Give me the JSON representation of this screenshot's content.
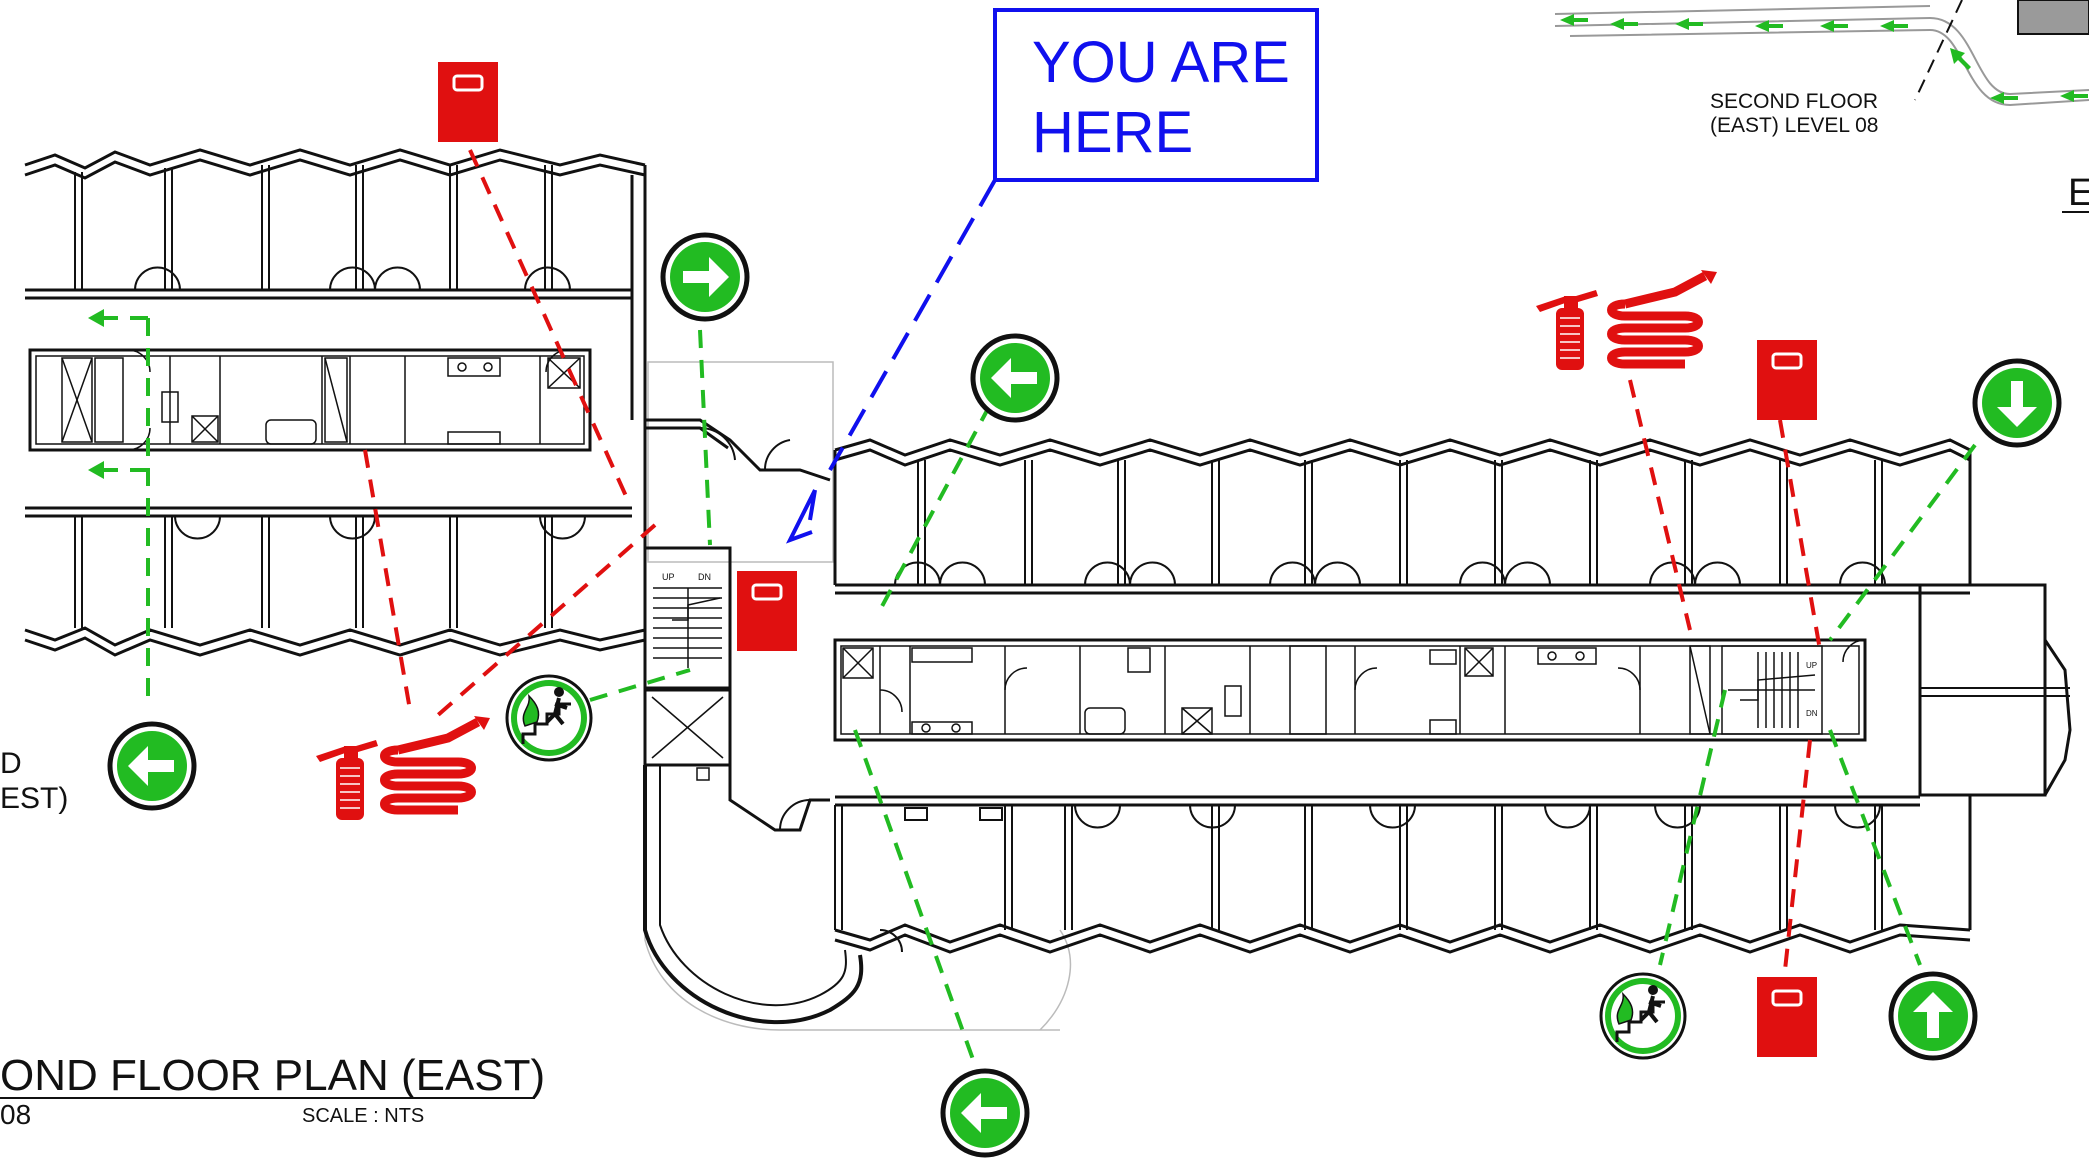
{
  "you_are_here": {
    "line1": "YOU ARE",
    "line2": "HERE"
  },
  "key_plan_label": {
    "line1": "SECOND FLOOR",
    "line2": "(EAST) LEVEL 08"
  },
  "west_label": {
    "line1": "D",
    "line2": "EST)"
  },
  "right_edge_letter": "E",
  "title": "OND FLOOR PLAN (EAST)",
  "level": "08",
  "scale": "SCALE : NTS",
  "stair_labels": {
    "up": "UP",
    "dn": "DN"
  },
  "colors": {
    "exit_green": "#22bb22",
    "fire_red": "#e01010",
    "you_are_here_blue": "#1010ee",
    "wall": "#111111"
  },
  "icons": {
    "exit_arrows": [
      "exit-arrow-right-icon",
      "exit-arrow-left-icon",
      "exit-arrow-down-icon",
      "exit-arrow-up-icon"
    ],
    "fire_equipment": [
      "fire-alarm-panel-icon",
      "fire-extinguisher-icon",
      "fire-hose-reel-icon"
    ],
    "escape": [
      "fire-escape-stairs-icon"
    ]
  }
}
